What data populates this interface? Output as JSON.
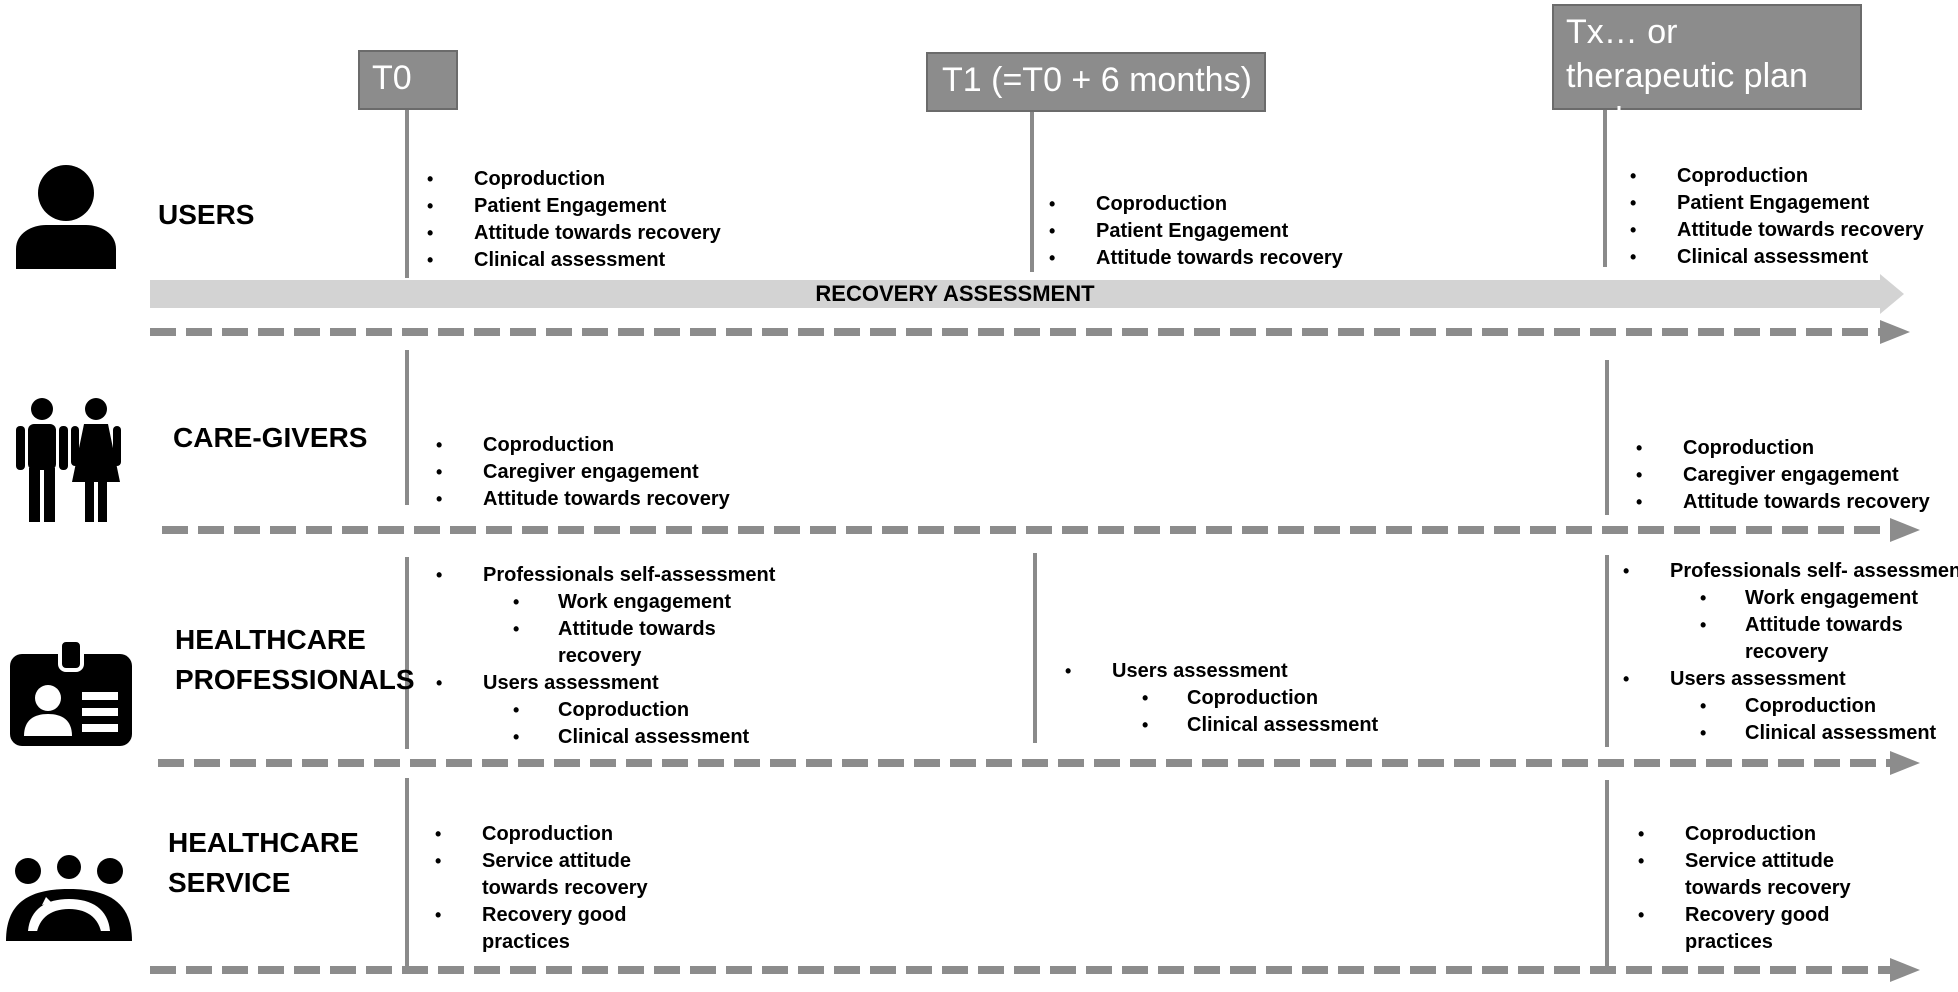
{
  "timepoints": {
    "t0": "T0",
    "t1": "T1 (=T0 + 6 months)",
    "tx": "Tx… or therapeutic plan end"
  },
  "recovery_bar": "RECOVERY ASSESSMENT",
  "rows": {
    "users": {
      "label": "USERS",
      "icon": "user-icon",
      "t0": [
        "Coproduction",
        "Patient Engagement",
        "Attitude towards recovery",
        "Clinical assessment"
      ],
      "t1": [
        "Coproduction",
        "Patient Engagement",
        "Attitude towards recovery"
      ],
      "tx": [
        "Coproduction",
        "Patient Engagement",
        "Attitude towards recovery",
        "Clinical assessment"
      ]
    },
    "caregivers": {
      "label": "CARE-GIVERS",
      "icon": "couple-icon",
      "t0": [
        "Coproduction",
        "Caregiver engagement",
        "Attitude towards recovery"
      ],
      "tx": [
        "Coproduction",
        "Caregiver engagement",
        "Attitude towards recovery"
      ]
    },
    "professionals": {
      "label_line1": "HEALTHCARE",
      "label_line2": "PROFESSIONALS",
      "icon": "id-badge-icon",
      "t0": {
        "self": "Professionals self-assessment",
        "self_items": [
          "Work engagement",
          "Attitude towards recovery"
        ],
        "users": "Users assessment",
        "users_items": [
          "Coproduction",
          "Clinical assessment"
        ]
      },
      "t1": {
        "users": "Users assessment",
        "users_items": [
          "Coproduction",
          "Clinical assessment"
        ]
      },
      "tx": {
        "self": "Professionals self- assessment",
        "self_items": [
          "Work engagement",
          "Attitude towards recovery"
        ],
        "users": "Users assessment",
        "users_items": [
          "Coproduction",
          "Clinical assessment"
        ]
      }
    },
    "service": {
      "label_line1": "HEALTHCARE",
      "label_line2": "SERVICE",
      "icon": "group-icon",
      "t0": [
        "Coproduction",
        "Service attitude towards recovery",
        "Recovery good practices"
      ],
      "tx": [
        "Coproduction",
        "Service attitude towards recovery",
        "Recovery good practices"
      ]
    }
  },
  "colors": {
    "box_fill": "#8c8c8c",
    "line": "#8a8a8a",
    "dash": "#8c8c8c",
    "recovery_bar": "#d3d3d3"
  }
}
